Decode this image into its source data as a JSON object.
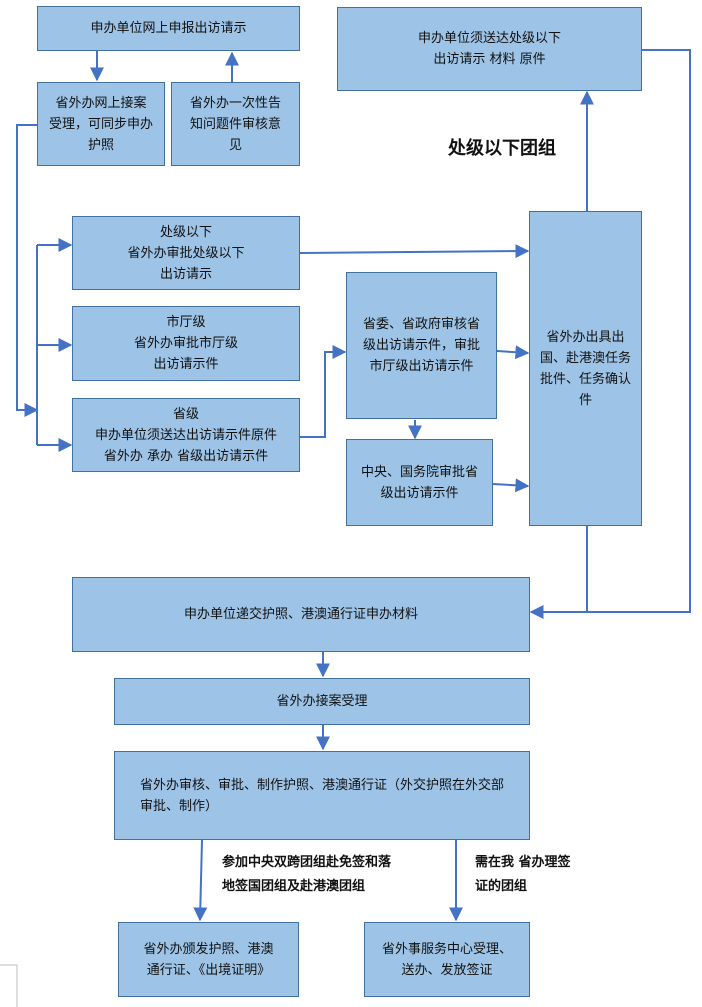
{
  "title": "处级以下团组",
  "boxes": {
    "b1": "申办单位网上申报出访请示",
    "b2": "省外办网上接案\n受理，可同步申办\n护照",
    "b3": "省外办一次性告\n知问题件审核意\n见",
    "b4": "申办单位须送达处级以下\n出访请示  材料  原件",
    "b5": "处级以下\n省外办审批处级以下\n出访请示",
    "b6": "市厅级\n省外办审批市厅级\n出访请示件",
    "b7": "省级\n申办单位须送达出访请示件原件\n省外办  承办  省级出访请示件",
    "b8": "省委、省政府审核省\n级出访请示件，审批\n市厅级出访请示件",
    "b9": "中央、国务院审批省\n级出访请示件",
    "b10": "省外办出具出\n国、赴港澳任务\n批件、任务确认\n件",
    "b11": "申办单位递交护照、港澳通行证申办材料",
    "b12": "省外办接案受理",
    "b13": "省外办审核、审批、制作护照、港澳通行证（外交护照在外交部\n审批、制作）",
    "b14": "省外办颁发护照、港澳\n通行证、《出境证明》",
    "b15": "省外事服务中心受理、\n送办、发放签证"
  },
  "labels": {
    "left_branch": "参加中央双跨团组赴免签和落\n地签国团组及赴港澳团组",
    "right_branch": "需在我 省办理签\n证的团组"
  }
}
